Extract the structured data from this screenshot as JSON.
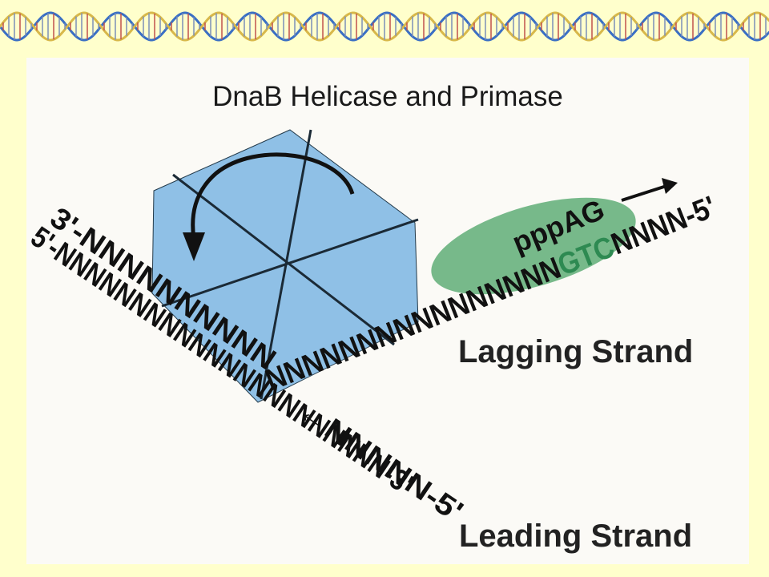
{
  "title": "DnaB Helicase and Primase",
  "strands": {
    "upper_template": "3'-NNNNNNNNNN",
    "lower_template": "5'-NNNNNNNNNNNNNNNNNNNNNN-3'",
    "lagging_template_lead": "NNNNNNNNNNNNNNNN",
    "lagging_template_site": "GTC",
    "lagging_template_end": "NNNN-5'",
    "primer": "pppAG",
    "leading_new": "←NNNNN-5'"
  },
  "labels": {
    "lagging": "Lagging Strand",
    "leading": "Leading Strand"
  },
  "colors": {
    "background": "#ffffcc",
    "panel": "#fbfaf6",
    "helicase": "#8fc0e6",
    "primase": "#77b98a",
    "gtc_site": "#2e8a52",
    "dna_banner_a": "#3a6fc4",
    "dna_banner_b": "#d8b84a"
  },
  "icons": {
    "banner": "dna-helix-icon",
    "rotation": "curved-arrow-icon",
    "primer_direction": "right-arrow-icon"
  }
}
